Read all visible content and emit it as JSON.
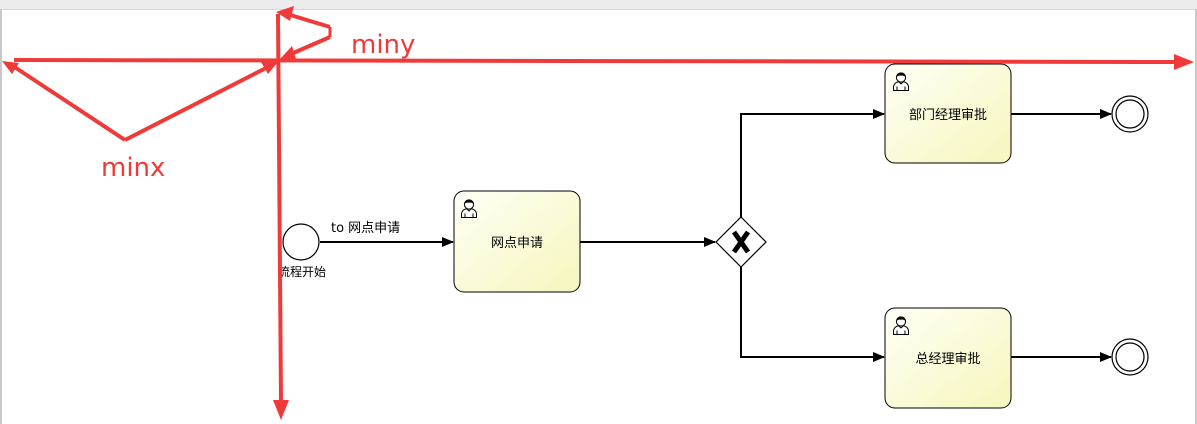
{
  "annotations": {
    "miny_label": "miny",
    "minx_label": "minx",
    "color": "#f03a3a"
  },
  "process": {
    "start_event_label": "流程开始",
    "flow_start_label": "to 网点申请",
    "task_apply_label": "网点申请",
    "task_dept_label": "部门经理审批",
    "task_gm_label": "总经理审批"
  },
  "colors": {
    "task_fill_light": "#fffff4",
    "task_fill_dark": "#f7f7c0",
    "stroke": "#000000"
  },
  "icons": {
    "task_icon": "user-icon",
    "gateway_icon": "exclusive-gateway-x-icon"
  }
}
